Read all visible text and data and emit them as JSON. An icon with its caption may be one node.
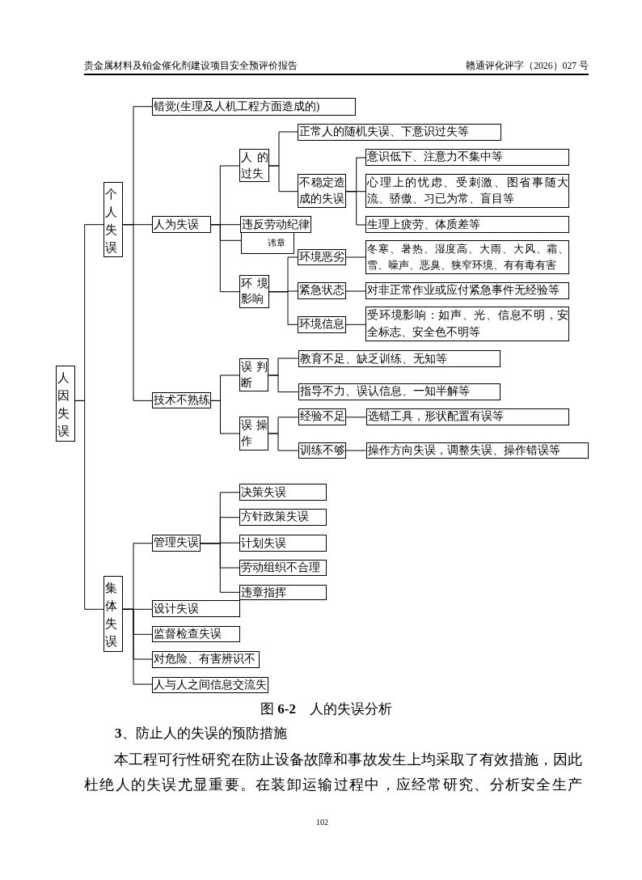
{
  "diagram": {
    "caption": "图 **6-2**　人的失误分析",
    "nodes": [
      {
        "text": [
          "人因失误"
        ]
      },
      {
        "text": [
          "个人失误"
        ]
      },
      {
        "text": [
          "错觉(生理及人机工程方面造成的)"
        ]
      },
      {
        "text": [
          "人为失误"
        ]
      },
      {
        "text": [
          "人的过失"
        ]
      },
      {
        "text": [
          "正常人的随机失误、下意识过失等"
        ]
      },
      {
        "text": [
          "不稳定造成的失误"
        ]
      },
      {
        "text": [
          "意识低下、注意力不集中等"
        ]
      },
      {
        "text": [
          "心理上的忧虑、受刺激、图省事随大流、骄傲、习已为常、盲目等"
        ]
      },
      {
        "text": [
          "生理上疲劳、体质差等"
        ]
      },
      {
        "text": [
          "违反劳动纪律"
        ]
      },
      {
        "text": [
          "讳章"
        ]
      },
      {
        "text": [
          "环境影响"
        ]
      },
      {
        "text": [
          "环境恶劣"
        ]
      },
      {
        "text": [
          "冬寒、暑热、湿度高、大雨、大风、霜、雪、噪声、恶臭、狭窄环境、有有毒有害"
        ]
      },
      {
        "text": [
          "紧急状态"
        ]
      },
      {
        "text": [
          "对非正常作业或应付紧急事件无经验等"
        ]
      },
      {
        "text": [
          "环境信息"
        ]
      },
      {
        "text": [
          "受环境影响：如声、光、信息不明，安全标志、安全色不明等"
        ]
      },
      {
        "text": [
          "技术不熟练"
        ]
      },
      {
        "text": [
          "误判断"
        ]
      },
      {
        "text": [
          "教育不足、缺乏训练、无知等"
        ]
      },
      {
        "text": [
          "指导不力、误认信息、一知半解等"
        ]
      },
      {
        "text": [
          "误操作"
        ]
      },
      {
        "text": [
          "经验不足"
        ]
      },
      {
        "text": [
          "选错工具，形状配置有误等"
        ]
      },
      {
        "text": [
          "训练不够"
        ]
      },
      {
        "text": [
          "操作方向失误，调整失误、操作错误等"
        ]
      },
      {
        "text": [
          "集体失误"
        ]
      },
      {
        "text": [
          "管理失误"
        ]
      },
      {
        "text": [
          "决策失误"
        ]
      },
      {
        "text": [
          "方针政策失误"
        ]
      },
      {
        "text": [
          "计划失误"
        ]
      },
      {
        "text": [
          "劳动组织不合理"
        ]
      },
      {
        "text": [
          "违章指挥"
        ]
      },
      {
        "text": [
          "设计失误"
        ]
      },
      {
        "text": [
          "监督检查失误"
        ]
      },
      {
        "text": [
          "对危险、有害辨识不"
        ]
      },
      {
        "text": [
          "人与人之间信息交流失"
        ]
      }
    ],
    "edges": [
      {
        "from": 0,
        "to": 1,
        "arrow": "none"
      },
      {
        "from": 0,
        "to": 28,
        "arrow": "none"
      },
      {
        "from": 1,
        "to": 2,
        "arrow": "none"
      },
      {
        "from": 1,
        "to": 3,
        "arrow": "none"
      },
      {
        "from": 1,
        "to": 19,
        "arrow": "none"
      },
      {
        "from": 3,
        "to": 4,
        "arrow": "none"
      },
      {
        "from": 3,
        "to": 10,
        "arrow": "none"
      },
      {
        "from": 3,
        "to": 11,
        "arrow": "none"
      },
      {
        "from": 3,
        "to": 12,
        "arrow": "none"
      },
      {
        "from": 4,
        "to": 5,
        "arrow": "none"
      },
      {
        "from": 4,
        "to": 6,
        "arrow": "none"
      },
      {
        "from": 6,
        "to": 7,
        "arrow": "none"
      },
      {
        "from": 6,
        "to": 8,
        "arrow": "none"
      },
      {
        "from": 6,
        "to": 9,
        "arrow": "none"
      },
      {
        "from": 12,
        "to": 13,
        "arrow": "none"
      },
      {
        "from": 12,
        "to": 15,
        "arrow": "none"
      },
      {
        "from": 12,
        "to": 17,
        "arrow": "none"
      },
      {
        "from": 13,
        "to": 14,
        "arrow": "none"
      },
      {
        "from": 15,
        "to": 16,
        "arrow": "none"
      },
      {
        "from": 17,
        "to": 18,
        "arrow": "none"
      },
      {
        "from": 19,
        "to": 20,
        "arrow": "none"
      },
      {
        "from": 19,
        "to": 23,
        "arrow": "none"
      },
      {
        "from": 20,
        "to": 21,
        "arrow": "none"
      },
      {
        "from": 20,
        "to": 22,
        "arrow": "none"
      },
      {
        "from": 23,
        "to": 24,
        "arrow": "none"
      },
      {
        "from": 23,
        "to": 26,
        "arrow": "none"
      },
      {
        "from": 24,
        "to": 25,
        "arrow": "none"
      },
      {
        "from": 26,
        "to": 27,
        "arrow": "none"
      },
      {
        "from": 28,
        "to": 29,
        "arrow": "none"
      },
      {
        "from": 28,
        "to": 35,
        "arrow": "none"
      },
      {
        "from": 28,
        "to": 36,
        "arrow": "none"
      },
      {
        "from": 28,
        "to": 37,
        "arrow": "none"
      },
      {
        "from": 28,
        "to": 38,
        "arrow": "none"
      },
      {
        "from": 29,
        "to": 30,
        "arrow": "none"
      },
      {
        "from": 29,
        "to": 31,
        "arrow": "none"
      },
      {
        "from": 29,
        "to": 32,
        "arrow": "none"
      },
      {
        "from": 29,
        "to": 33,
        "arrow": "none"
      },
      {
        "from": 29,
        "to": 34,
        "arrow": "none"
      }
    ],
    "labels": [
      "贵金属材料及铂金催化剂建设项目安全预评价报告",
      "赣通评化评字（2026）027 号",
      "**3**、防止人的失误的预防措施",
      "本工程可行性研究在防止设备故障和事故发生上均采取了有效措施，因此杜绝人的失误尤显重要。在装卸运输过程中，应经常研究、分析安全生产",
      "102"
    ]
  }
}
